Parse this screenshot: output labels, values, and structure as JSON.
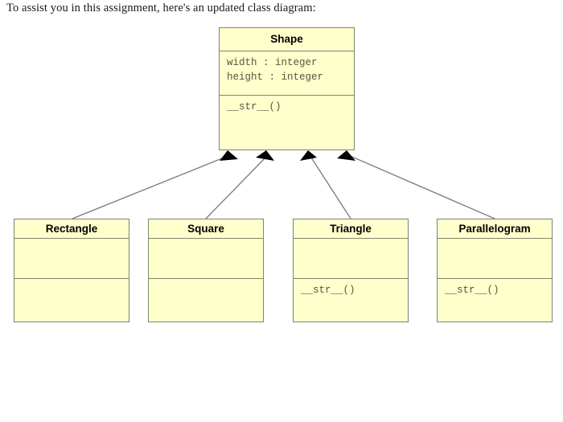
{
  "caption": "To assist you in this assignment, here's an updated class diagram:",
  "colors": {
    "class_fill": "#FFFFCC",
    "class_border": "#82826B",
    "connector": "#808080",
    "arrowhead": "#000000",
    "member_text": "#555544",
    "page_background": "#FFFFFF"
  },
  "diagram": {
    "type": "uml-class-diagram",
    "relationship": "generalization",
    "base_class": {
      "name": "Shape",
      "attributes": [
        "width : integer",
        "height : integer"
      ],
      "operations": [
        "__str__()"
      ]
    },
    "subclasses": [
      {
        "name": "Rectangle",
        "attributes": [],
        "operations": []
      },
      {
        "name": "Square",
        "attributes": [],
        "operations": []
      },
      {
        "name": "Triangle",
        "attributes": [],
        "operations": [
          "__str__()"
        ]
      },
      {
        "name": "Parallelogram",
        "attributes": [],
        "operations": [
          "__str__()"
        ]
      }
    ]
  }
}
